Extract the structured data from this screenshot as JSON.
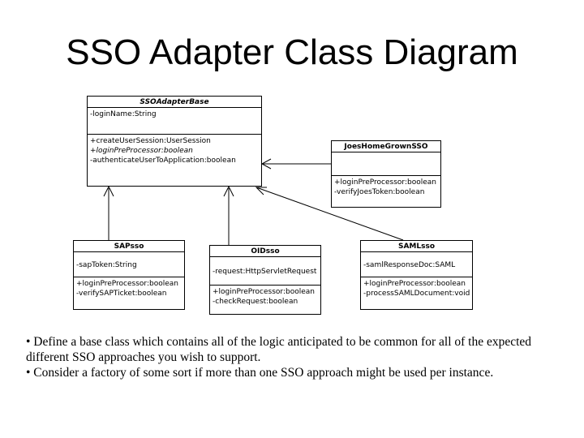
{
  "title": "SSO Adapter Class Diagram",
  "classes": {
    "base": {
      "name": "SSOAdapterBase",
      "attributes": [
        "-loginName:String"
      ],
      "methods": [
        "+createUserSession:UserSession",
        "+loginPreProcessor:boolean",
        "-authenticateUserToApplication:boolean"
      ]
    },
    "joes": {
      "name": "JoesHomeGrownSSO",
      "attributes": [],
      "methods": [
        "+loginPreProcessor:boolean",
        "-verifyJoesToken:boolean"
      ]
    },
    "sap": {
      "name": "SAPsso",
      "attributes": [
        "-sapToken:String"
      ],
      "methods": [
        "+loginPreProcessor:boolean",
        "-verifySAPTicket:boolean"
      ]
    },
    "oid": {
      "name": "OIDsso",
      "attributes": [
        "-request:HttpServletRequest"
      ],
      "methods": [
        "+loginPreProcessor:boolean",
        "-checkRequest:boolean"
      ]
    },
    "saml": {
      "name": "SAMLsso",
      "attributes": [
        "-samlResponseDoc:SAML"
      ],
      "methods": [
        "+loginPreProcessor:boolean",
        "-processSAMLDocument:void"
      ]
    }
  },
  "bullets": [
    "• Define a base class which contains all of the logic anticipated to be common for all of the expected different SSO approaches you wish to support.",
    "• Consider a factory of some sort if more than one SSO approach might be used per instance."
  ]
}
